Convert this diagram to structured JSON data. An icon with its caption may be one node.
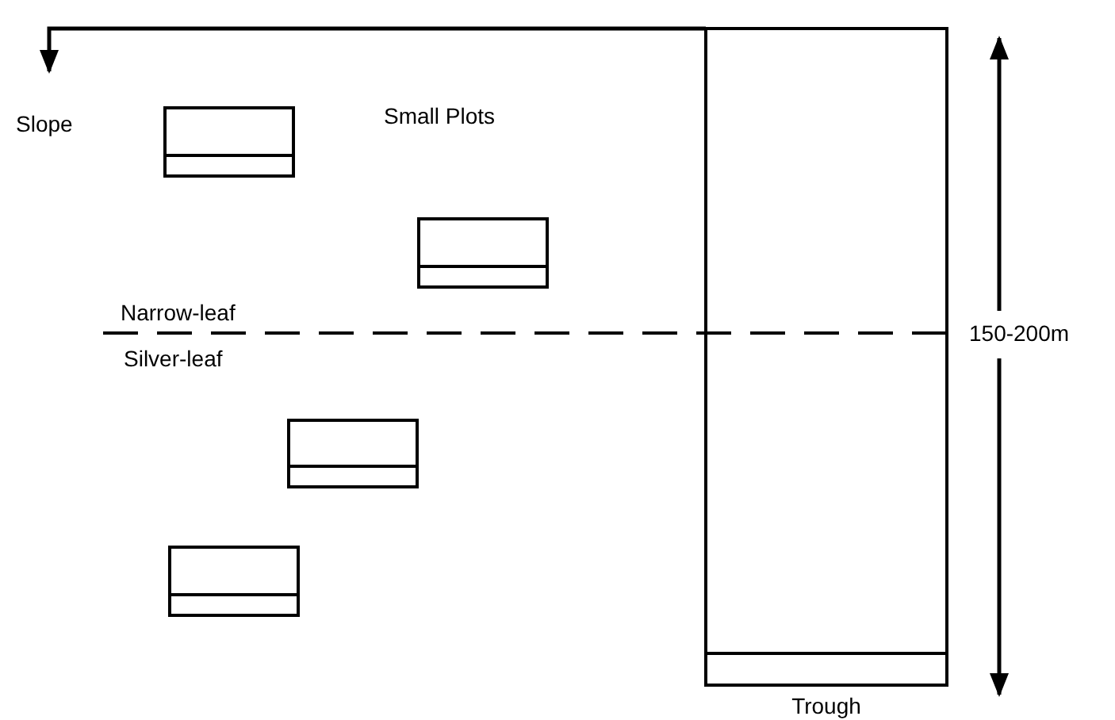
{
  "diagram": {
    "nodes": [
      {
        "text": [],
        "shape": "box",
        "beside": [
          "Trough"
        ]
      },
      {
        "text": [],
        "shape": "box"
      },
      {
        "text": [],
        "shape": "box"
      },
      {
        "text": [],
        "shape": "box"
      },
      {
        "text": [],
        "shape": "box"
      }
    ],
    "labels": [
      "Slope",
      "Small Plots",
      "Narrow-leaf",
      "Silver-leaf",
      "150-200m"
    ]
  }
}
